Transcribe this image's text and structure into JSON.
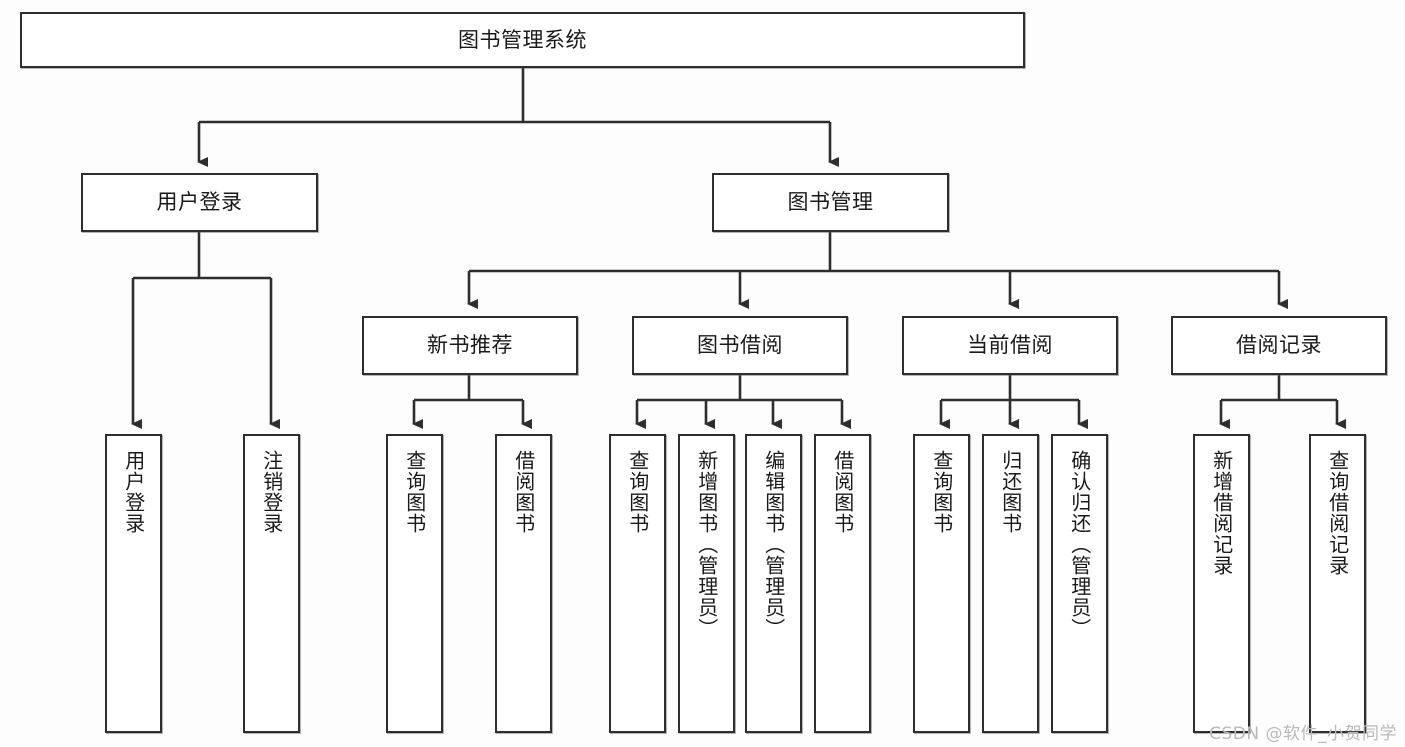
{
  "diagram": {
    "title": "图书管理系统",
    "watermark": "CSDN @软件_小贺同学",
    "style": {
      "border_color": "#2e2e2e",
      "box_fill": "#ffffff",
      "line_color": "#2e2e2e",
      "background": "#fdfdfd",
      "text_color": "#1a1a1a"
    },
    "nodes": {
      "root": {
        "label": "图书管理系统",
        "level": 0
      },
      "l1": [
        {
          "id": "user-login",
          "label": "用户登录"
        },
        {
          "id": "book-manage",
          "label": "图书管理"
        }
      ],
      "l2": [
        {
          "id": "new-book-recommend",
          "label": "新书推荐"
        },
        {
          "id": "book-borrow",
          "label": "图书借阅"
        },
        {
          "id": "current-borrow",
          "label": "当前借阅"
        },
        {
          "id": "borrow-record",
          "label": "借阅记录"
        }
      ],
      "leaves": {
        "user_login": [
          {
            "id": "leaf-user-login",
            "label": "用户登录"
          },
          {
            "id": "leaf-logout",
            "label": "注销登录"
          }
        ],
        "new_book_recommend": [
          {
            "id": "leaf-query-book-1",
            "label": "查询图书"
          },
          {
            "id": "leaf-borrow-book-1",
            "label": "借阅图书"
          }
        ],
        "book_borrow": [
          {
            "id": "leaf-query-book-2",
            "label": "查询图书"
          },
          {
            "id": "leaf-add-book",
            "label": "新增图书（管理员）"
          },
          {
            "id": "leaf-edit-book",
            "label": "编辑图书（管理员）"
          },
          {
            "id": "leaf-borrow-book-2",
            "label": "借阅图书"
          }
        ],
        "current_borrow": [
          {
            "id": "leaf-query-book-3",
            "label": "查询图书"
          },
          {
            "id": "leaf-return-book",
            "label": "归还图书"
          },
          {
            "id": "leaf-confirm-return",
            "label": "确认归还（管理员）"
          }
        ],
        "borrow_record": [
          {
            "id": "leaf-add-record",
            "label": "新增借阅记录"
          },
          {
            "id": "leaf-query-record",
            "label": "查询借阅记录"
          }
        ]
      }
    }
  }
}
